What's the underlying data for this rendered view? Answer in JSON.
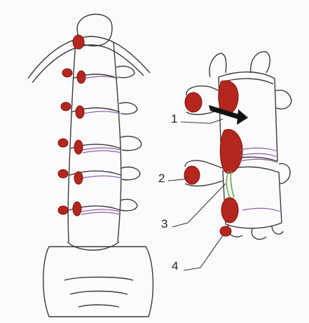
{
  "labels": {
    "one": "1",
    "two": "2",
    "three": "3",
    "four": "4"
  },
  "colors": {
    "background": "#fbfbfb",
    "outline": "#3a3a3a",
    "ligament_red": "#b5261e",
    "disc_purple": "#8a5aa8",
    "callout_green": "#6aa84f",
    "arrow": "#111111"
  }
}
